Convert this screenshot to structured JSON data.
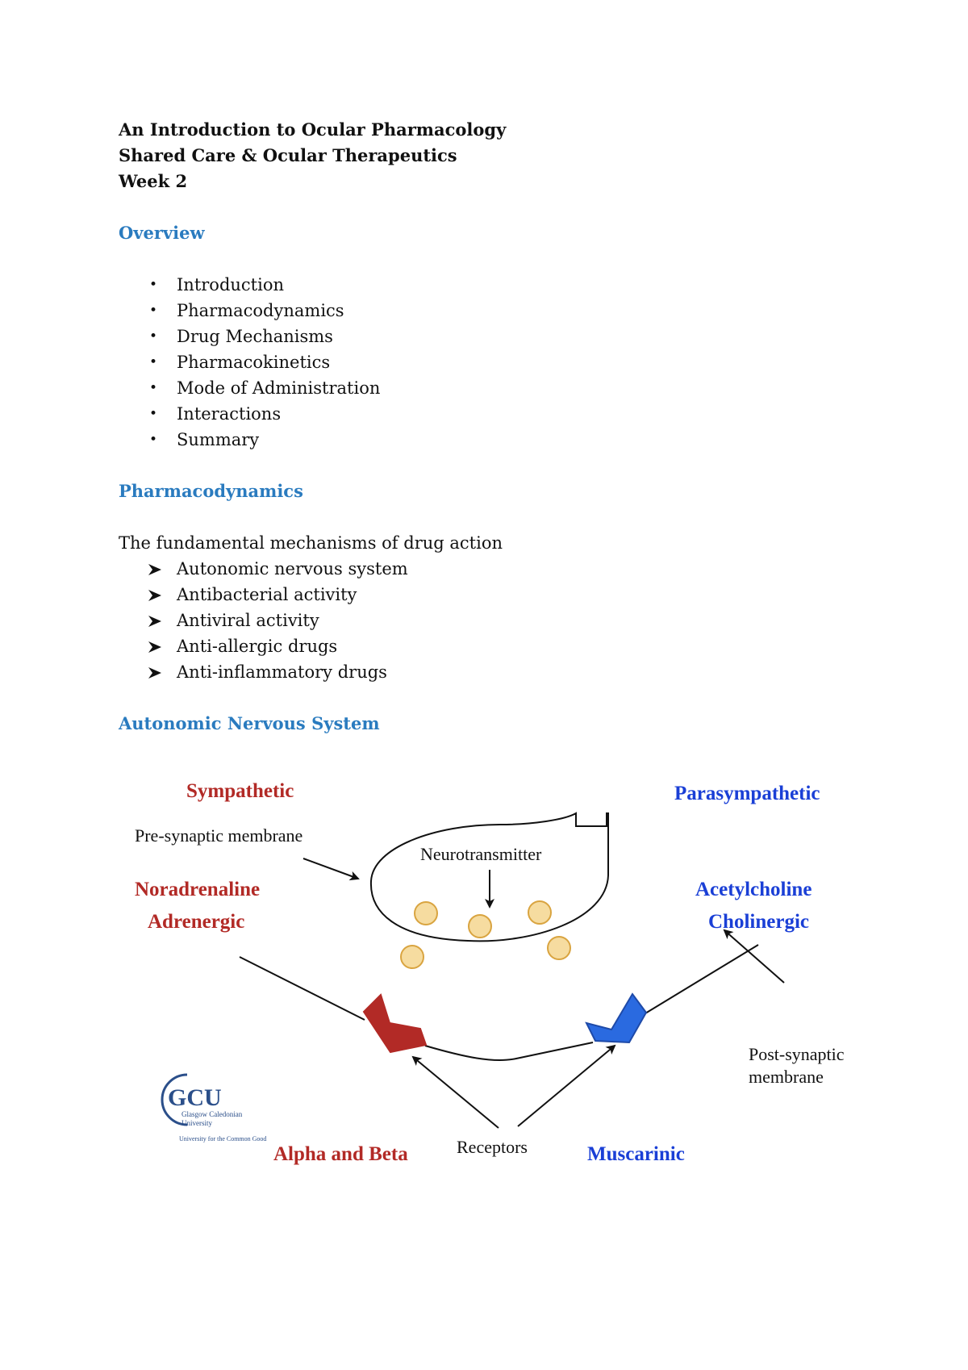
{
  "header": {
    "title": "An Introduction to Ocular Pharmacology",
    "course": "Shared Care & Ocular Therapeutics",
    "week": "Week 2"
  },
  "overview": {
    "heading": "Overview",
    "items": [
      "Introduction",
      "Pharmacodynamics",
      "Drug Mechanisms",
      "Pharmacokinetics",
      "Mode of Administration",
      "Interactions",
      "Summary"
    ]
  },
  "pharmacodynamics": {
    "heading": "Pharmacodynamics",
    "intro": "The fundamental mechanisms of drug action",
    "items": [
      "Autonomic nervous system",
      "Antibacterial activity",
      "Antiviral activity",
      "Anti-allergic drugs",
      "Anti-inflammatory drugs"
    ]
  },
  "ans": {
    "heading": "Autonomic Nervous System"
  },
  "diagram": {
    "sympathetic": "Sympathetic",
    "parasympathetic": "Parasympathetic",
    "pre_synaptic": "Pre-synaptic membrane",
    "neurotransmitter": "Neurotransmitter",
    "noradrenaline": "Noradrenaline",
    "adrenergic": "Adrenergic",
    "acetylcholine": "Acetylcholine",
    "cholinergic": "Cholinergic",
    "post_synaptic_1": "Post-synaptic",
    "post_synaptic_2": "membrane",
    "alpha_beta": "Alpha and Beta",
    "receptors": "Receptors",
    "muscarinic": "Muscarinic",
    "logo": {
      "abbr": "GCU",
      "name_1": "Glasgow Caledonian",
      "name_2": "University",
      "tagline": "University for the Common Good"
    },
    "colors": {
      "sympathetic": "#b22a26",
      "parasympathetic": "#1a3fd6",
      "heading_blue": "#2a7bbf",
      "vesicle_fill": "#f6dca0",
      "vesicle_stroke": "#d9a440",
      "receptor_red": "#b22a26",
      "receptor_blue": "#2a6ae0"
    }
  }
}
